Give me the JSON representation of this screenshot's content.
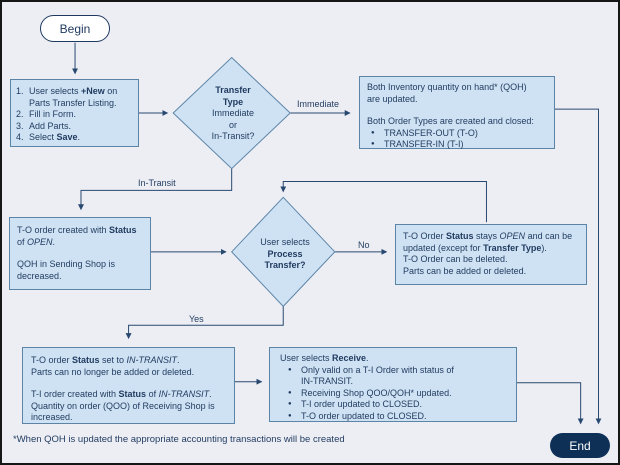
{
  "diagram": {
    "colors": {
      "background": "#edeef4",
      "node_fill": "#cfe2f3",
      "node_border": "#5b84a7",
      "text": "#1f3a5f",
      "connector": "#27486f",
      "begin_fill": "#ffffff",
      "end_fill": "#0e3057",
      "end_text": "#ffffff"
    },
    "nodes": {
      "begin": {
        "label": "Begin"
      },
      "steps": {
        "items": [
          {
            "num": "1.",
            "segs": [
              {
                "t": "User selects "
              },
              {
                "t": "+New",
                "b": true
              },
              {
                "t": " on"
              },
              {
                "br": true
              },
              {
                "t": "Parts Transfer Listing."
              }
            ]
          },
          {
            "num": "2.",
            "segs": [
              {
                "t": "Fill in Form."
              }
            ]
          },
          {
            "num": "3.",
            "segs": [
              {
                "t": "Add Parts."
              }
            ]
          },
          {
            "num": "4.",
            "segs": [
              {
                "t": "Select "
              },
              {
                "t": "Save",
                "b": true
              },
              {
                "t": "."
              }
            ]
          }
        ]
      },
      "transfer_type_decision": {
        "segs": [
          {
            "t": "Transfer",
            "b": true
          },
          {
            "br": true
          },
          {
            "t": "Type",
            "b": true
          },
          {
            "br": true
          },
          {
            "t": "Immediate"
          },
          {
            "br": true
          },
          {
            "t": "or"
          },
          {
            "br": true
          },
          {
            "t": "In-Transit?"
          }
        ]
      },
      "immediate_result": {
        "p1": [
          {
            "t": "Both Inventory quantity on hand* (QOH)"
          },
          {
            "br": true
          },
          {
            "t": "are updated."
          }
        ],
        "p2": [
          {
            "t": "Both Order Types are created and closed:"
          }
        ],
        "bullets": [
          [
            {
              "t": "TRANSFER-OUT (T-O)"
            }
          ],
          [
            {
              "t": "TRANSFER-IN (T-I)"
            }
          ]
        ]
      },
      "to_open": {
        "p1": [
          {
            "t": "T-O order created with "
          },
          {
            "t": "Status",
            "b": true
          },
          {
            "br": true
          },
          {
            "t": "of "
          },
          {
            "t": "OPEN",
            "i": true
          },
          {
            "t": "."
          }
        ],
        "p2": [
          {
            "t": "QOH in Sending Shop is"
          },
          {
            "br": true
          },
          {
            "t": "decreased."
          }
        ]
      },
      "process_transfer_decision": {
        "segs": [
          {
            "t": "User selects"
          },
          {
            "br": true
          },
          {
            "t": "Process",
            "b": true
          },
          {
            "br": true
          },
          {
            "t": "Transfer?",
            "b": true
          }
        ]
      },
      "no_result": {
        "segs": [
          {
            "t": "T-O Order "
          },
          {
            "t": "Status",
            "b": true
          },
          {
            "t": " stays "
          },
          {
            "t": "OPEN",
            "i": true
          },
          {
            "t": " and can be"
          },
          {
            "br": true
          },
          {
            "t": "updated (except for "
          },
          {
            "t": "Transfer Type",
            "b": true
          },
          {
            "t": ")."
          },
          {
            "br": true
          },
          {
            "t": "T-O Order can be deleted."
          },
          {
            "br": true
          },
          {
            "t": "Parts can be added or deleted."
          }
        ]
      },
      "yes_result": {
        "p1": [
          {
            "t": "T-O order "
          },
          {
            "t": "Status",
            "b": true
          },
          {
            "t": " set to "
          },
          {
            "t": "IN-TRANSIT",
            "i": true
          },
          {
            "t": "."
          },
          {
            "br": true
          },
          {
            "t": "Parts can no longer be added or deleted."
          }
        ],
        "p2": [
          {
            "t": "T-I order created with "
          },
          {
            "t": "Status",
            "b": true
          },
          {
            "t": " of "
          },
          {
            "t": "IN-TRANSIT",
            "i": true
          },
          {
            "t": "."
          },
          {
            "br": true
          },
          {
            "t": "Quantity on order (QOO) of Receiving Shop is"
          },
          {
            "br": true
          },
          {
            "t": "increased."
          }
        ]
      },
      "receive": {
        "header": [
          {
            "t": "User selects "
          },
          {
            "t": "Receive",
            "b": true
          },
          {
            "t": "."
          }
        ],
        "bullets": [
          [
            {
              "t": "Only valid on a T-I Order with status of"
            },
            {
              "br": true
            },
            {
              "t": "IN-TRANSIT."
            }
          ],
          [
            {
              "t": "Receiving Shop QOO/QOH* updated."
            }
          ],
          [
            {
              "t": "T-I order updated to CLOSED."
            }
          ],
          [
            {
              "t": "T-O order updated to CLOSED."
            }
          ]
        ]
      },
      "end": {
        "label": "End"
      }
    },
    "edge_labels": {
      "immediate": "Immediate",
      "in_transit": "In-Transit",
      "no": "No",
      "yes": "Yes"
    },
    "footnote": "*When QOH is updated the appropriate accounting transactions will be created"
  }
}
